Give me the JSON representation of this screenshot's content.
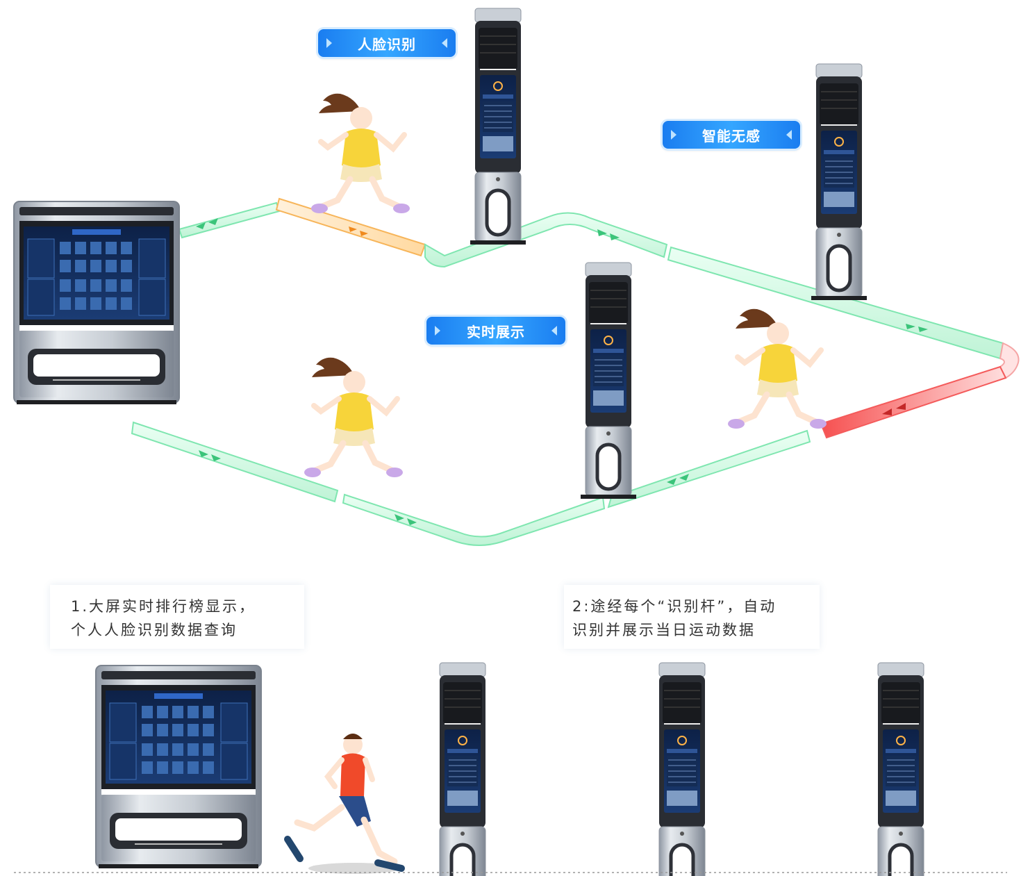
{
  "badges": {
    "face_recognition": "人脸识别",
    "smart_seamless": "智能无感",
    "realtime_display": "实时展示"
  },
  "captions": {
    "screen_line1": "1.大屏实时排行榜显示，",
    "screen_line2": "个人人脸识别数据查询",
    "pole_line1": "2:途经每个“识别杆”，自动",
    "pole_line2": "识别并展示当日运动数据"
  },
  "colors": {
    "track_green": "#7fe6b0",
    "track_orange": "#f7b55a",
    "track_red": "#f45b5b",
    "badge_blue": "#1a7df0",
    "shirt_yellow": "#f7d43a"
  }
}
